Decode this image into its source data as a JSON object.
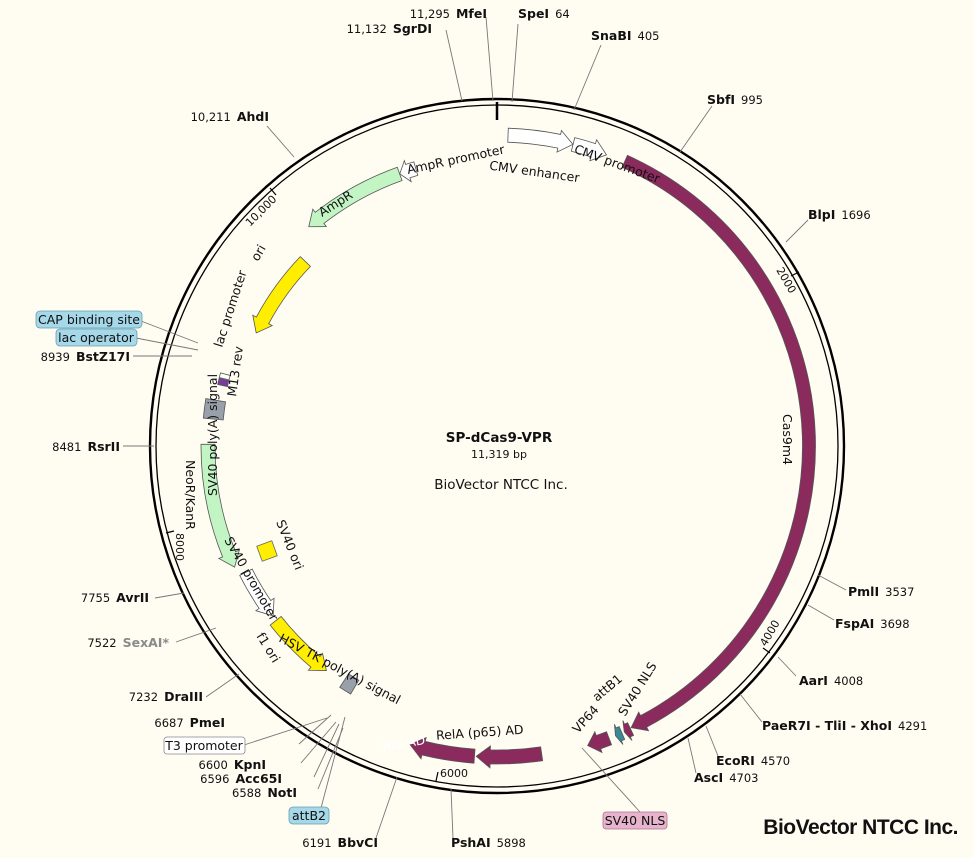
{
  "map": {
    "name": "SP-dCas9-VPR",
    "length_bp": 11319,
    "length_label": "11,319 bp",
    "center_text": "BioVector NTCC Inc.",
    "watermark": "BioVector NTCC Inc."
  },
  "colors": {
    "cas9": "#8b2a5c",
    "neutral_arrow": "#ffffff",
    "green": "#c2f5c3",
    "yellow": "#ffee00",
    "grey": "#99a0aa",
    "teal": "#3a8a96",
    "purple": "#7a3aa0",
    "blue_box": "#a5d8e8",
    "pink_box": "#e6b4cc"
  },
  "ticks": [
    "2000",
    "4000",
    "6000",
    "8000",
    "10,000"
  ],
  "features": [
    {
      "label": "CMV enhancer",
      "start": 64,
      "end": 444,
      "type": "arrow",
      "color": "#ffffff"
    },
    {
      "label": "CMV promoter",
      "start": 445,
      "end": 648,
      "type": "arrow",
      "color": "#ffffff"
    },
    {
      "label": "Cas9m4",
      "start": 760,
      "end": 4859,
      "type": "arrow",
      "color": "#8b2a5c"
    },
    {
      "label": "SV40 NLS",
      "start": 4865,
      "end": 4905,
      "type": "arrow",
      "color": "#8b2a5c"
    },
    {
      "label": "attB1",
      "start": 4920,
      "end": 4960,
      "type": "arrow",
      "color": "#3a8a96"
    },
    {
      "label": "VP64",
      "start": 5000,
      "end": 5130,
      "type": "arrow",
      "color": "#8b2a5c"
    },
    {
      "label": "RelA (p65) AD",
      "start": 5400,
      "end": 5780,
      "type": "arrow",
      "color": "#8b2a5c"
    },
    {
      "label": "Rta AD",
      "start": 5790,
      "end": 6170,
      "type": "arrow",
      "color": "#8b2a5c"
    },
    {
      "label": "HSV TK poly(A) signal",
      "start": 6620,
      "end": 6700,
      "type": "box",
      "color": "#99a0aa"
    },
    {
      "label": "f1 ori",
      "start": 6830,
      "end": 7285,
      "type": "arrow",
      "color": "#ffee00"
    },
    {
      "label": "SV40 promoter",
      "start": 7320,
      "end": 7650,
      "type": "arrow",
      "color": "#ffffff"
    },
    {
      "label": "NeoR/KanR",
      "start": 7710,
      "end": 8500,
      "type": "arrow",
      "color": "#c2f5c3"
    },
    {
      "label": "SV40 poly(A) signal",
      "start": 8660,
      "end": 8780,
      "type": "box",
      "color": "#99a0aa"
    },
    {
      "label": "M13 rev",
      "start": 8880,
      "end": 8920,
      "type": "box",
      "color": "#7a3aa0"
    },
    {
      "label": "lac promoter",
      "start": 8925,
      "end": 8955,
      "type": "box",
      "color": "#ffffff"
    },
    {
      "label": "ori",
      "start": 9280,
      "end": 9870,
      "type": "arrow",
      "color": "#ffee00"
    },
    {
      "label": "AmpR",
      "start": 10041,
      "end": 10700,
      "type": "arrow",
      "color": "#c2f5c3"
    },
    {
      "label": "AmpR promoter",
      "start": 10701,
      "end": 10806,
      "type": "arrow",
      "color": "#ffffff"
    },
    {
      "label": "SV40 ori",
      "start": 0,
      "end": 0,
      "type": "free",
      "color": "#ffee00"
    }
  ],
  "sites": [
    {
      "name": "SpeI",
      "pos": "64"
    },
    {
      "name": "SnaBI",
      "pos": "405"
    },
    {
      "name": "SbfI",
      "pos": "995"
    },
    {
      "name": "BlpI",
      "pos": "1696"
    },
    {
      "name": "PmlI",
      "pos": "3537"
    },
    {
      "name": "FspAI",
      "pos": "3698"
    },
    {
      "name": "AarI",
      "pos": "4008"
    },
    {
      "name": "PaeR7I - TliI - XhoI",
      "pos": "4291"
    },
    {
      "name": "EcoRI",
      "pos": "4570"
    },
    {
      "name": "AscI",
      "pos": "4703"
    },
    {
      "name": "PshAI",
      "pos": "5898"
    },
    {
      "name": "BbvCI",
      "pos": "6191"
    },
    {
      "name": "NotI",
      "pos": "6588"
    },
    {
      "name": "Acc65I",
      "pos": "6596"
    },
    {
      "name": "KpnI",
      "pos": "6600"
    },
    {
      "name": "PmeI",
      "pos": "6687"
    },
    {
      "name": "DraIII",
      "pos": "7232"
    },
    {
      "name": "SexAI*",
      "pos": "7522"
    },
    {
      "name": "AvrII",
      "pos": "7755"
    },
    {
      "name": "RsrII",
      "pos": "8481"
    },
    {
      "name": "BstZ17I",
      "pos": "8939"
    },
    {
      "name": "AhdI",
      "pos": "10,211"
    },
    {
      "name": "SgrDI",
      "pos": "11,132"
    },
    {
      "name": "MfeI",
      "pos": "11,295"
    }
  ],
  "boxed_labels": [
    {
      "text": "CAP binding site",
      "color": "#a5d8e8"
    },
    {
      "text": "lac operator",
      "color": "#a5d8e8"
    },
    {
      "text": "T3 promoter",
      "color": "#ffffff"
    },
    {
      "text": "attB2",
      "color": "#a5d8e8"
    },
    {
      "text": "SV40 NLS",
      "color": "#e6b4cc"
    }
  ]
}
